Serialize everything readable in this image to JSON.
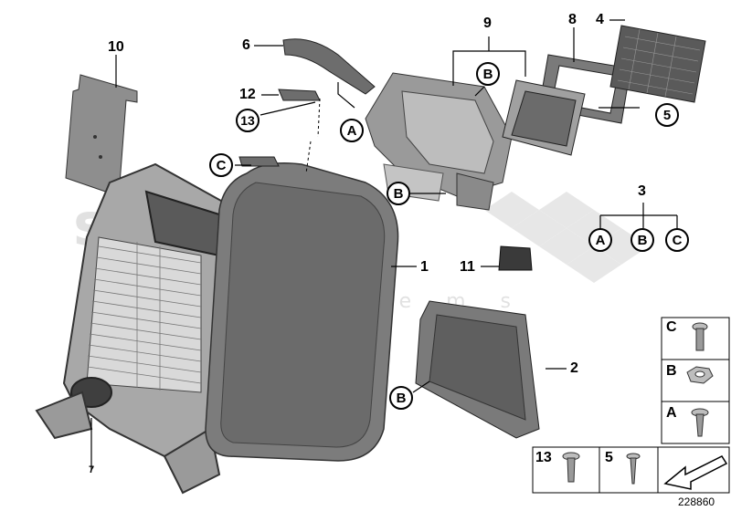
{
  "part_numbers": {
    "p1": "1",
    "p2": "2",
    "p3": "3",
    "p4": "4",
    "p5": "5",
    "p6": "6",
    "p8": "8",
    "p9": "9",
    "p10": "10",
    "p11": "11",
    "p12": "12",
    "p13": "13",
    "p7": "7"
  },
  "callouts": {
    "A": "A",
    "B": "B",
    "C": "C"
  },
  "hardware_panel": {
    "c": "C",
    "b": "B",
    "a": "A",
    "n13": "13",
    "n5": "5"
  },
  "watermark": {
    "brand": "scuderia",
    "sub": "systems"
  },
  "figure_number": "228860",
  "colors": {
    "part_fill": "#8e8e8e",
    "part_dark": "#4a4a4a",
    "line": "#000000"
  }
}
